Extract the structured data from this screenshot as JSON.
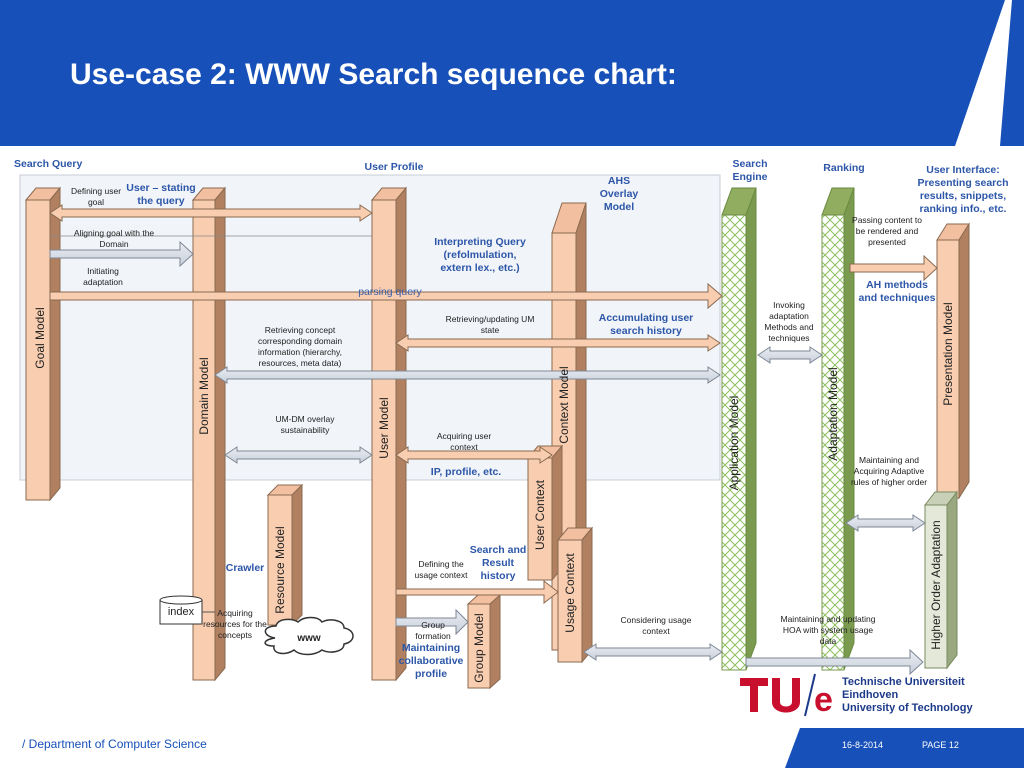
{
  "title": "Use-case 2: WWW Search sequence chart:",
  "footer": {
    "department": "/ Department of Computer Science",
    "date": "16-8-2014",
    "page": "PAGE 12"
  },
  "logo": {
    "university_line1": "Technische Universiteit",
    "university_line2": "Eindhoven",
    "university_line3": "University of Technology"
  },
  "lifelines": {
    "goal_model": "Goal Model",
    "domain_model": "Domain Model",
    "user_model": "User Model",
    "context_model": "Context Model",
    "user_context": "User Context",
    "usage_context": "Usage Context",
    "group_model": "Group Model",
    "resource_model": "Resource Model",
    "application_model": "Application Model",
    "adaptation_model": "Adaptation Model",
    "presentation_model": "Presentation Model",
    "higher_order_adaptation": "Higher Order Adaptation"
  },
  "headers": {
    "search_query": "Search Query",
    "user_profile": "User Profile",
    "search_engine": "Search Engine",
    "ranking": "Ranking",
    "user_interface": "User Interface: Presenting search results, snippets, ranking info., etc.",
    "ahs_overlay": "AHS Overlay Model"
  },
  "labels": {
    "defining_user_goal": "Defining user goal",
    "user_stating": "User – stating the query",
    "aligning_goal": "Aligning goal with the Domain",
    "initiating_adaptation": "Initiating adaptation",
    "interpreting_query": "Interpreting Query (refolmulation, extern lex., etc.)",
    "parsing_query": "parsing query",
    "passing_content": "Passing content to be rendered and presented",
    "ah_methods": "AH methods and techniques",
    "invoking": "Invoking adaptation Methods and techniques",
    "retrieving_concept": "Retrieving concept corresponding domain information (hierarchy, resources, meta data)",
    "retrieving_updating": "Retrieving/updating UM state",
    "accumulating": "Accumulating user search history",
    "um_dm": "UM-DM overlay sustainability",
    "acquiring_user_context": "Acquiring user context",
    "ip_profile": "IP, profile, etc.",
    "maintaining_acquiring": "Maintaining and Acquiring Adaptive rules of higher order",
    "crawler": "Crawler",
    "index": "index",
    "acquiring_resources": "Acquiring resources for the concepts",
    "www": "www",
    "defining_usage_context": "Defining the usage context",
    "search_result_history": "Search and Result history",
    "group_formation": "Group formation",
    "maintaining_collaborative": "Maintaining collaborative profile",
    "considering_usage": "Considering usage context",
    "maintaining_updating_hoa": "Maintaining and updating HOA with system usage data"
  },
  "colors": {
    "header_blue": "#1750b8",
    "bar_fill": "#f8cdb0",
    "bar_stroke": "#8a6a50",
    "green_side": "#7a9a50",
    "text_blue": "#2c56a8"
  }
}
